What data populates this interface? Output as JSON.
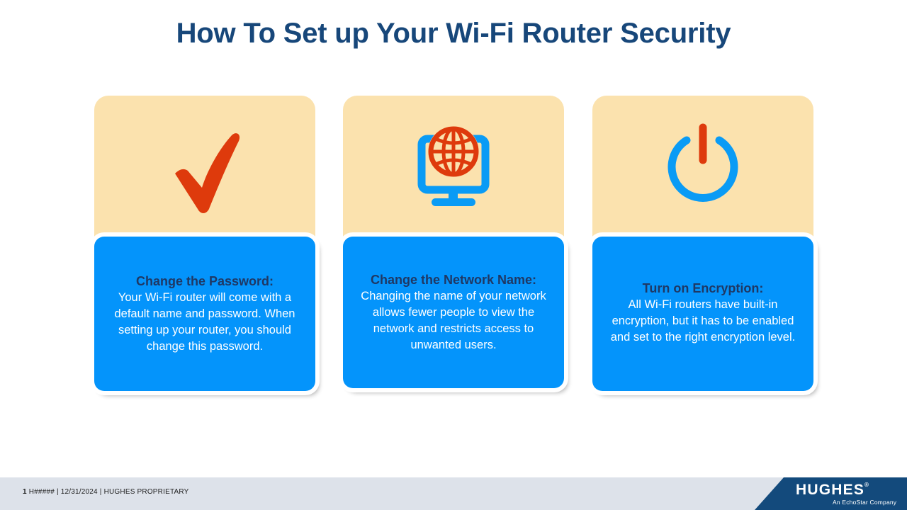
{
  "slide": {
    "title": "How To Set up Your Wi-Fi Router Security",
    "background_color": "#FFFFFF",
    "title_color": "#17477A"
  },
  "colors": {
    "card_top": "#FBE2AE",
    "card_body": "#0494FB",
    "icon_blue": "#0A9BF5",
    "icon_orange": "#DE3A0C",
    "heading": "#1F3864",
    "body_text": "#FFFFFF",
    "footer_bar": "#DDE2EA",
    "logo_navy": "#134A7C"
  },
  "cards": [
    {
      "icon": "checkmark-icon",
      "heading": "Change the Password:",
      "body": "Your Wi-Fi router will come with a default name and password. When setting up your router, you should change this password."
    },
    {
      "icon": "monitor-globe-icon",
      "heading": "Change the Network Name:",
      "body": "Changing the name of your network allows fewer people to view the network and restricts access to unwanted users."
    },
    {
      "icon": "power-button-icon",
      "heading": "Turn on Encryption:",
      "body": "All Wi-Fi routers have built-in encryption, but it has to be enabled and set to the right encryption level."
    }
  ],
  "footer": {
    "page_number": "1",
    "doc_id": "H#####",
    "separator": "|",
    "date": "12/31/2024",
    "classification": "HUGHES PROPRIETARY",
    "full_text": "1 H##### | 12/31/2024 | HUGHES PROPRIETARY"
  },
  "logo": {
    "wordmark": "HUGHES",
    "registered_mark": "®",
    "tagline": "An EchoStar Company"
  }
}
